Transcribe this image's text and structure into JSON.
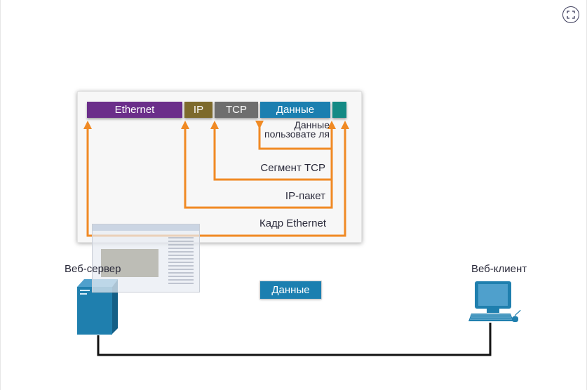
{
  "controls": {
    "fullscreen_icon": "expand-icon"
  },
  "headers": {
    "ethernet": "Ethernet",
    "ip": "IP",
    "tcp": "TCP",
    "data": "Данные"
  },
  "labels": {
    "user_data": "Данные пользовате ля",
    "tcp_segment": "Сегмент TCP",
    "ip_packet": "IP-пакет",
    "ethernet_frame": "Кадр Ethernet"
  },
  "nodes": {
    "server": "Веб-сервер",
    "client": "Веб-клиент"
  },
  "moving_data": "Данные",
  "colors": {
    "arrow": "#f08a24",
    "ethernet": "#6b2e8a",
    "ip": "#7d6a2c",
    "tcp": "#6e6e6e",
    "data": "#1b7fb0",
    "fcs": "#138a85",
    "device": "#1f7fae",
    "cable": "#111111"
  }
}
